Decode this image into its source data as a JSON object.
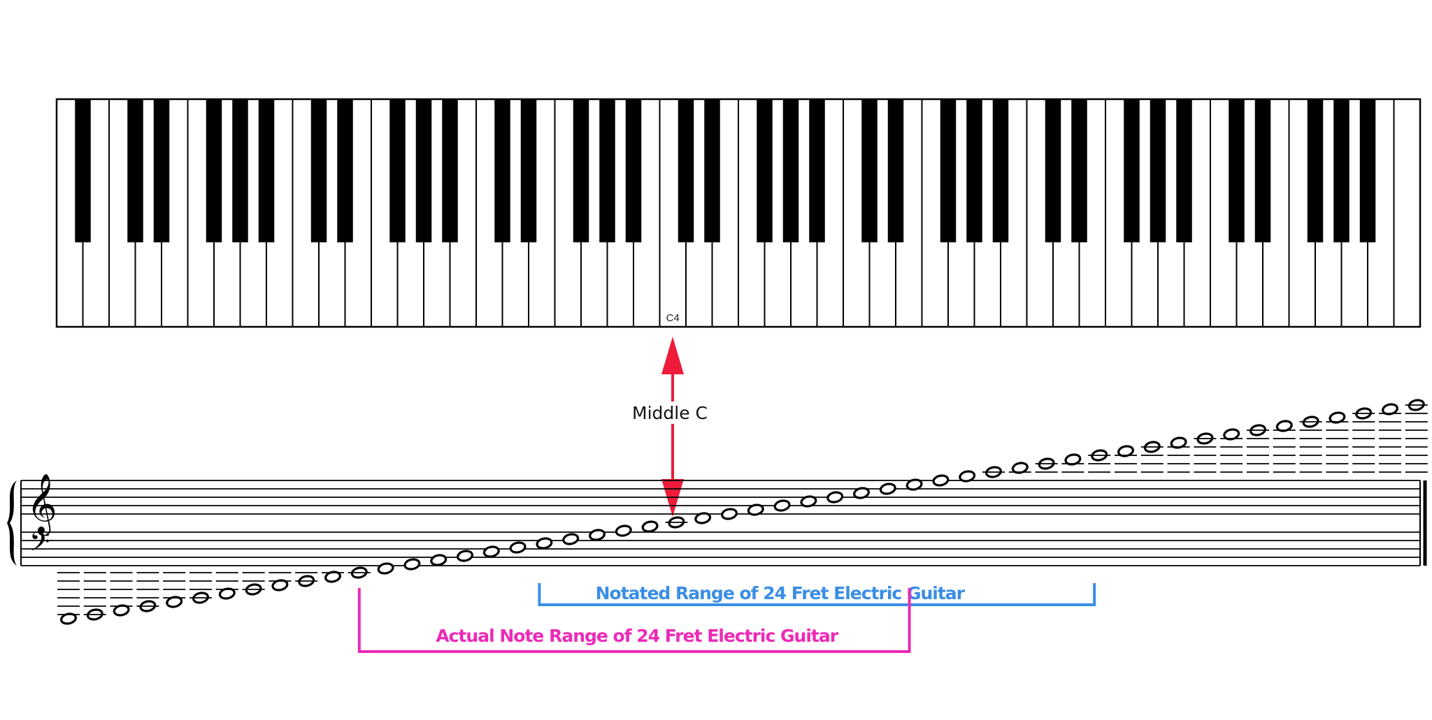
{
  "piano": {
    "white_key_count": 52,
    "first_key": "A0",
    "middle_c_label": "C4"
  },
  "annotation": {
    "middle_c": "Middle C",
    "arrow_color": "#ee1c3a"
  },
  "staff": {
    "treble_clef_icon": "treble-clef-icon",
    "bass_clef_icon": "bass-clef-icon",
    "brace_icon": "grand-staff-brace-icon"
  },
  "ranges": {
    "notated": {
      "label": "Notated Range of 24 Fret Electric Guitar",
      "color": "#3a8ee6",
      "from_note": "E3",
      "to_note": "E6"
    },
    "actual": {
      "label": "Actual Note Range of 24 Fret Electric Guitar",
      "color": "#ec2ab7",
      "from_note": "E2",
      "to_note": "E5"
    }
  }
}
